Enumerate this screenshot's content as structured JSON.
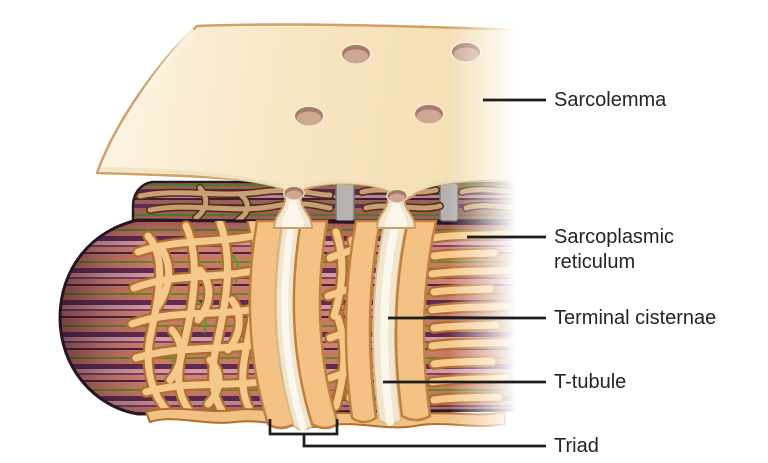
{
  "figure": {
    "labels": [
      {
        "id": "sarcolemma",
        "text": "Sarcolemma"
      },
      {
        "id": "sarcoplasmic-reticulum",
        "text": "Sarcoplasmic reticulum"
      },
      {
        "id": "terminal-cisternae",
        "text": "Terminal cisternae"
      },
      {
        "id": "t-tubule",
        "text": "T-tubule"
      },
      {
        "id": "triad",
        "text": "Triad"
      }
    ],
    "colors": {
      "background": "#ffffff",
      "label_text": "#262226",
      "leader_line": "#1d1d1b",
      "sarcolemma_sheet": "#f7e2ba",
      "sr_tubule_light": "#f5c98b",
      "sr_tubule_rim": "#b06f2e",
      "t_tubule_cream": "#f1e5cc",
      "muscle_salmon": "#c97a66",
      "muscle_dark_band": "#5e2b4e",
      "muscle_green_line": "#5f8b25"
    }
  }
}
